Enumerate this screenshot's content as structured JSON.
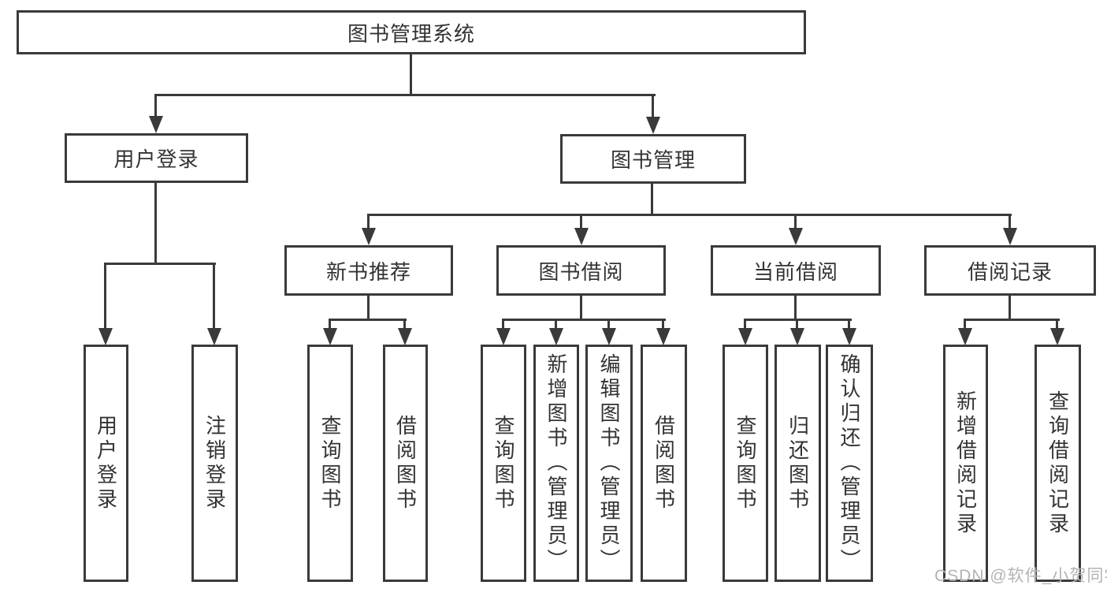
{
  "diagram_title": "图书管理系统",
  "tree": {
    "root": {
      "label": "图书管理系统"
    },
    "branches": [
      {
        "label": "用户登录",
        "children": [
          {
            "label": "用户登录"
          },
          {
            "label": "注销登录"
          }
        ]
      },
      {
        "label": "图书管理",
        "children": [
          {
            "label": "新书推荐",
            "children": [
              {
                "label": "查询图书"
              },
              {
                "label": "借阅图书"
              }
            ]
          },
          {
            "label": "图书借阅",
            "children": [
              {
                "label": "查询图书"
              },
              {
                "label": "新增图书（管理员）"
              },
              {
                "label": "编辑图书（管理员）"
              },
              {
                "label": "借阅图书"
              }
            ]
          },
          {
            "label": "当前借阅",
            "children": [
              {
                "label": "查询图书"
              },
              {
                "label": "归还图书"
              },
              {
                "label": "确认归还（管理员）"
              }
            ]
          },
          {
            "label": "借阅记录",
            "children": [
              {
                "label": "新增借阅记录"
              },
              {
                "label": "查询借阅记录"
              }
            ]
          }
        ]
      }
    ]
  },
  "watermark": {
    "text": "CSDN @软件_小贺同学"
  },
  "colors": {
    "line": "#3a3a3a",
    "text": "#333333",
    "watermark": "#b3b3b3",
    "background": "#ffffff"
  }
}
